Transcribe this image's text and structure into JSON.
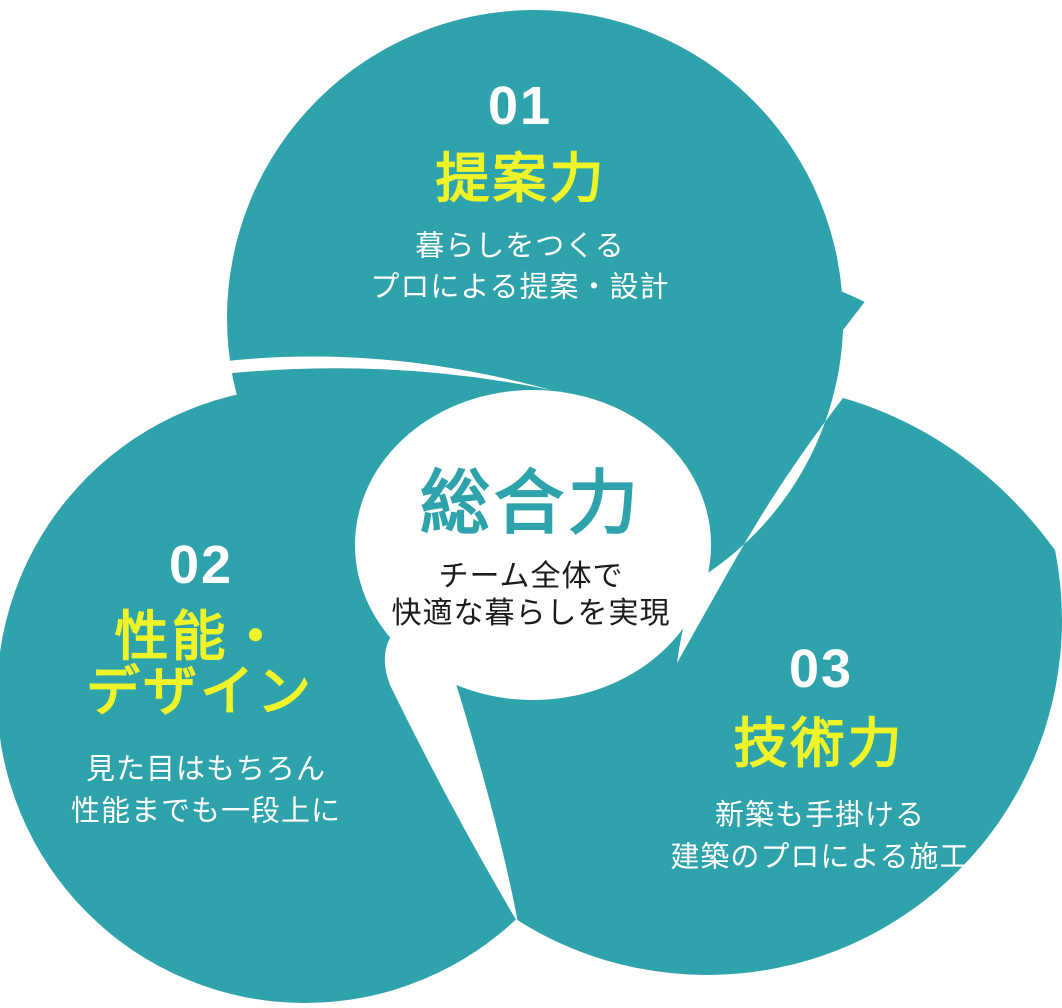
{
  "colors": {
    "teal": "#2FA3AB",
    "yellow": "#EEF427",
    "white": "#FFFFFF",
    "dark": "#1C1C1C"
  },
  "diagram": {
    "center": {
      "title": "総合力",
      "desc_line1": "チーム全体で",
      "desc_line2": "快適な暮らしを実現"
    },
    "items": [
      {
        "number": "01",
        "title_line1": "提案力",
        "title_line2": "",
        "desc_line1": "暮らしをつくる",
        "desc_line2": "プロによる提案・設計"
      },
      {
        "number": "02",
        "title_line1": "性能・",
        "title_line2": "デザイン",
        "desc_line1": "見た目はもちろん",
        "desc_line2": "性能までも一段上に"
      },
      {
        "number": "03",
        "title_line1": "技術力",
        "title_line2": "",
        "desc_line1": "新築も手掛ける",
        "desc_line2": "建築のプロによる施工"
      }
    ]
  }
}
